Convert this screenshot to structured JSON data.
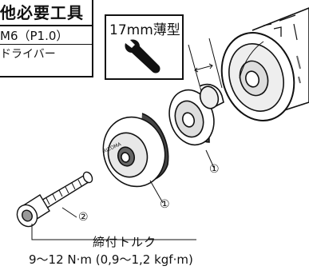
{
  "tools_table": {
    "title": "他必要工具",
    "rows": [
      "M6（P1.0）",
      "ドライバー"
    ]
  },
  "wrench_box": {
    "label": "17mm薄型",
    "icon": "wrench-icon"
  },
  "callouts": {
    "part_1_upper": "①",
    "part_1_lower": "①",
    "part_2": "②"
  },
  "torque": {
    "label": "締付トルク",
    "value": "9～12 N·m (0,9～1,2 kgf·m)"
  }
}
